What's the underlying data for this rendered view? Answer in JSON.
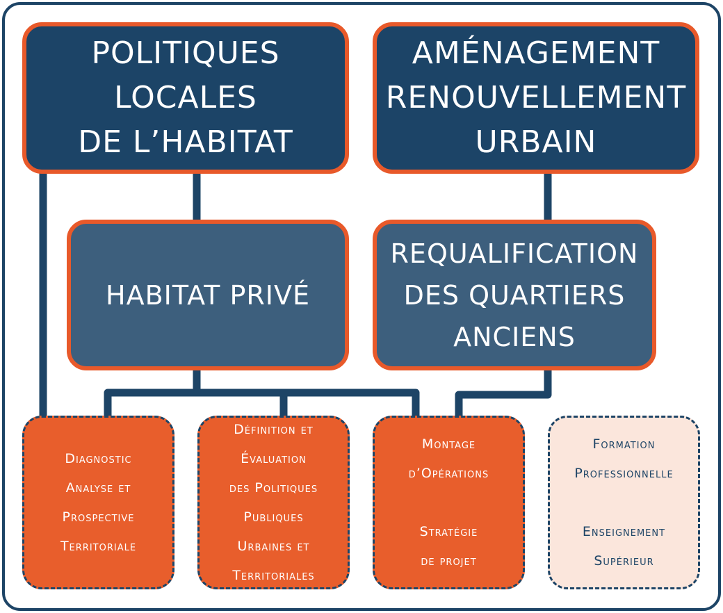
{
  "colors": {
    "navy": "#1c4467",
    "slate": "#3d5f7d",
    "orange": "#e8592a",
    "peach": "#fbe6dc",
    "connector": "#1d4466"
  },
  "boxes": {
    "politiques": {
      "lines": [
        "POLITIQUES",
        "LOCALES",
        "DE L’HABITAT"
      ]
    },
    "amenagement": {
      "lines": [
        "AMÉNAGEMENT",
        "RENOUVELLEMENT",
        "URBAIN"
      ]
    },
    "habitat_prive": {
      "lines": [
        "HABITAT PRIVÉ"
      ]
    },
    "requalification": {
      "lines": [
        "REQUALIFICATION",
        "DES QUARTIERS",
        "ANCIENS"
      ]
    },
    "diagnostic": {
      "lines": [
        "Diagnostic",
        "Analyse et",
        "Prospective",
        "Territoriale"
      ]
    },
    "definition": {
      "lines": [
        "Définition et",
        "Évaluation",
        "des Politiques",
        "Publiques",
        "Urbaines et",
        "Territoriales"
      ]
    },
    "montage": {
      "group1": [
        "Montage",
        "d’Opérations"
      ],
      "group2": [
        "Stratégie",
        "de projet"
      ]
    },
    "formation": {
      "group1": [
        "Formation",
        "Professionnelle"
      ],
      "group2": [
        "Enseignement",
        "Supérieur"
      ]
    }
  }
}
